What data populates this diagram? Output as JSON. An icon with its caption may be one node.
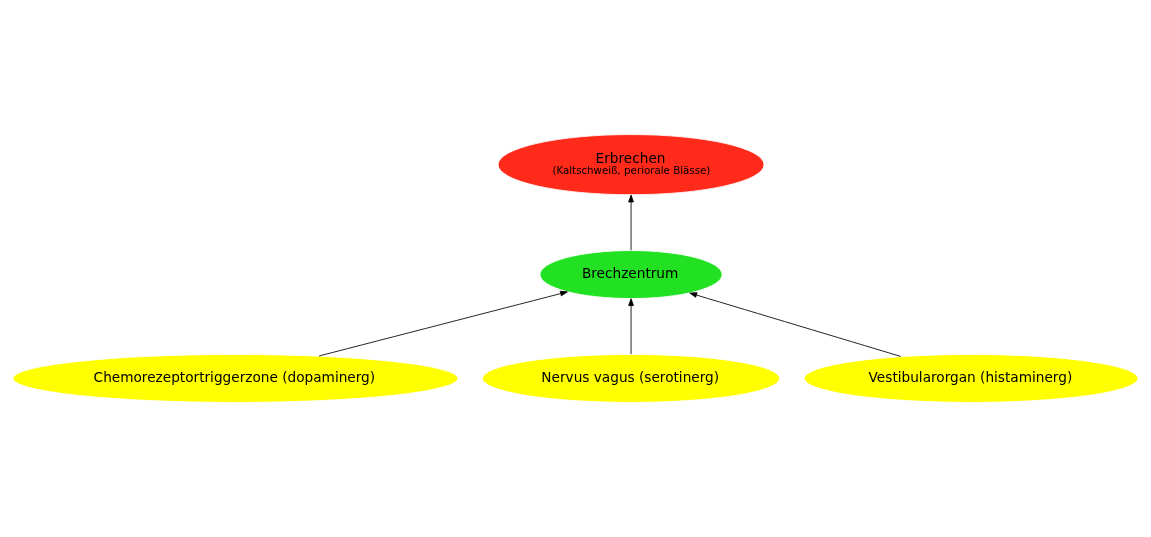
{
  "diagram": {
    "nodes": [
      {
        "text": [
          "Erbrechen",
          "(Kaltschweiß, periorale Blässe)"
        ]
      },
      {
        "text": [
          "Brechzentrum"
        ]
      },
      {
        "text": [
          "Chemorezeptortriggerzone (dopaminerg)"
        ]
      },
      {
        "text": [
          "Nervus vagus (serotinerg)"
        ]
      },
      {
        "text": [
          "Vestibularorgan (histaminerg)"
        ]
      }
    ],
    "edges": [
      {
        "from": 1,
        "to": 0,
        "arrow": "to"
      },
      {
        "from": 2,
        "to": 1,
        "arrow": "to"
      },
      {
        "from": 3,
        "to": 1,
        "arrow": "to"
      },
      {
        "from": 4,
        "to": 1,
        "arrow": "to"
      }
    ]
  }
}
